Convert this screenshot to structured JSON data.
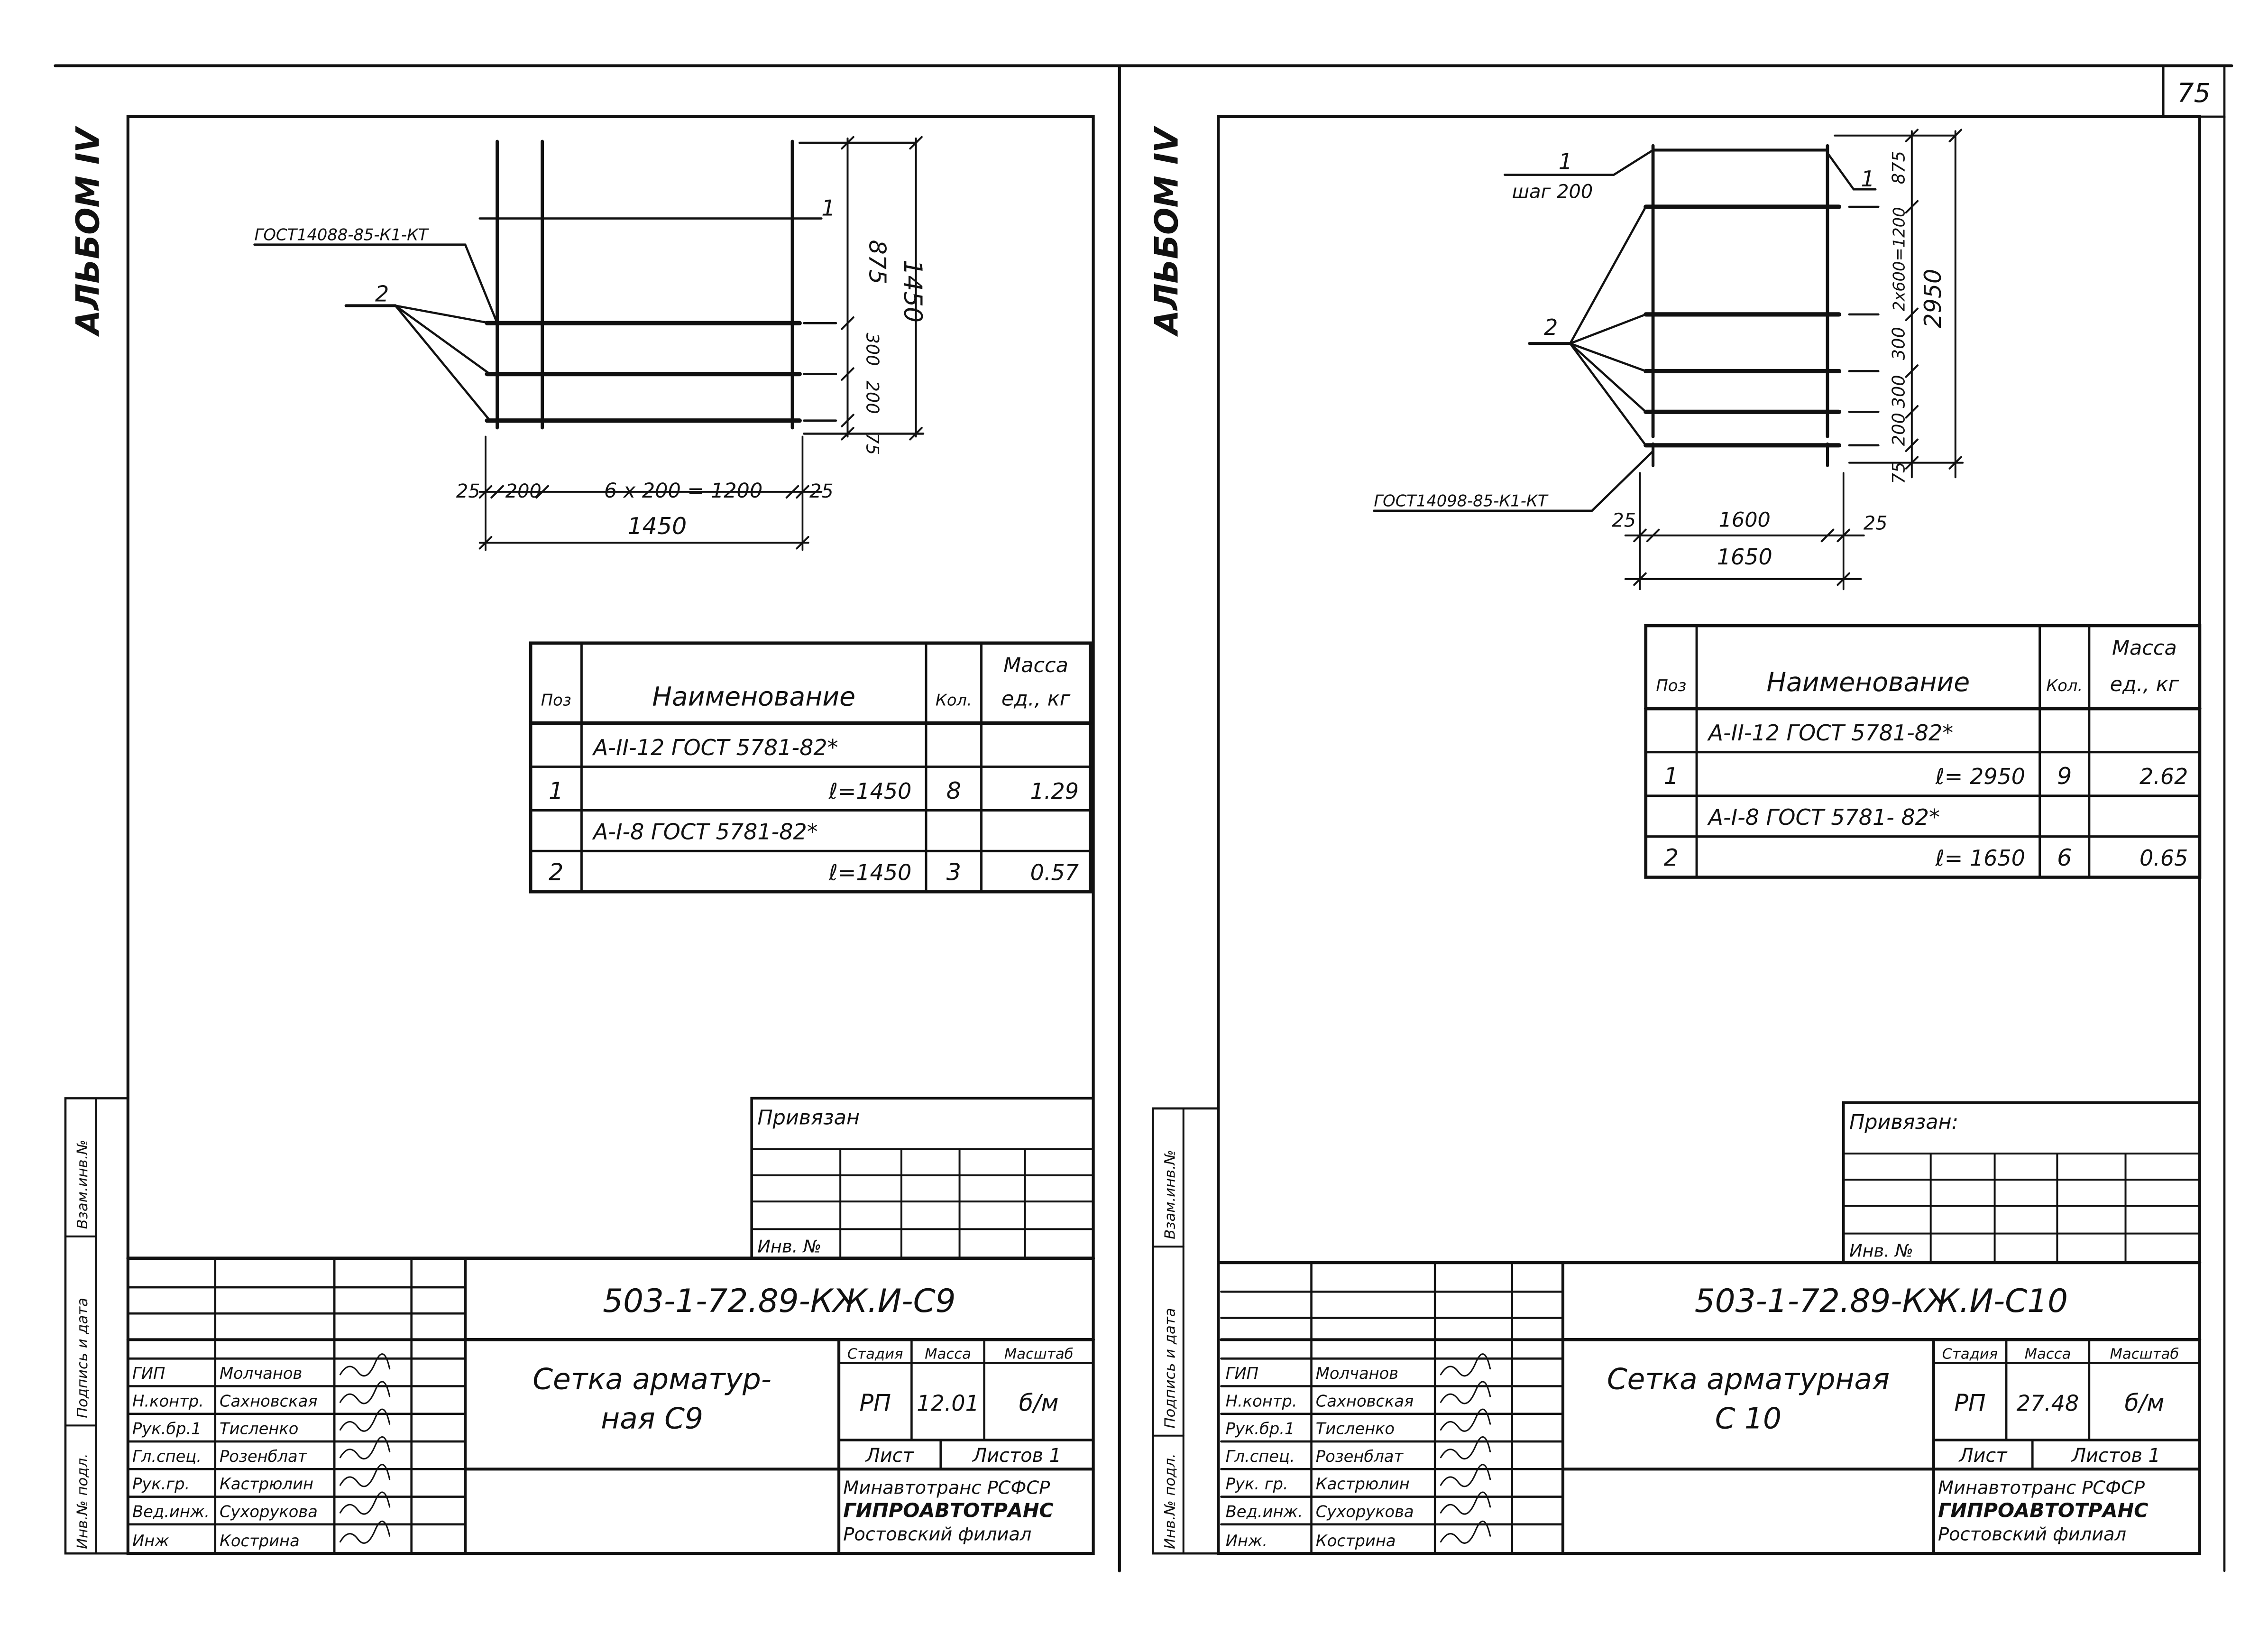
{
  "page_number": "75",
  "sheets": [
    {
      "album": "АЛЬБОМ IV",
      "side_stamp": {
        "inv_podl": "Инв.№ подл.",
        "podpis": "Подпись и дата",
        "vzam": "Взам.инв.№"
      },
      "drawing": {
        "weld_note": "ГОСТ14088-85-К1-КТ",
        "pos1": "1",
        "pos2": "2",
        "dim_875": "875",
        "dim_total_v": "1450",
        "dim_300": "300",
        "dim_200v": "200",
        "dim_75": "75",
        "dim_25a": "25",
        "dim_200h": "200",
        "dim_span": "6 x 200 = 1200",
        "dim_25b": "25",
        "dim_total_h": "1450"
      },
      "spec_table": {
        "headers": {
          "pos": "Поз",
          "name": "Наименование",
          "qty": "Кол.",
          "mass1": "Масса",
          "mass2": "ед., кг"
        },
        "rows": [
          {
            "pos": "",
            "name": "А-II-12 ГОСТ 5781-82*",
            "qty": "",
            "mass": ""
          },
          {
            "pos": "1",
            "name": "ℓ=1450",
            "qty": "8",
            "mass": "1.29"
          },
          {
            "pos": "",
            "name": "А-I-8 ГОСТ 5781-82*",
            "qty": "",
            "mass": ""
          },
          {
            "pos": "2",
            "name": "ℓ=1450",
            "qty": "3",
            "mass": "0.57"
          }
        ]
      },
      "privyazan": {
        "label": "Привязан",
        "inv": "Инв. №"
      },
      "title_block": {
        "code": "503-1-72.89-КЖ.И-С9",
        "title_line1": "Сетка арматур-",
        "title_line2": "ная С9",
        "stage_header": "Стадия",
        "mass_header": "Масса",
        "scale_header": "Масштаб",
        "stage": "РП",
        "mass": "12.01",
        "scale": "б/м",
        "sheet_label": "Лист",
        "sheets_label": "Листов 1",
        "org": [
          "Минавтотранс РСФСР",
          "ГИПРОАВТОТРАНС",
          "Ростовский филиал"
        ],
        "staff": [
          {
            "role": "ГИП",
            "name": "Молчанов"
          },
          {
            "role": "Н.контр.",
            "name": "Сахновская"
          },
          {
            "role": "Рук.бр.1",
            "name": "Тисленко"
          },
          {
            "role": "Гл.спец.",
            "name": "Розенблат"
          },
          {
            "role": "Рук.гр.",
            "name": "Кастрюлин"
          },
          {
            "role": "Вед.инж.",
            "name": "Сухорукова"
          },
          {
            "role": "Инж",
            "name": "Кострина"
          }
        ]
      }
    },
    {
      "album": "АЛЬБОМ IV",
      "side_stamp": {
        "inv_podl": "Инв.№ подл.",
        "podpis": "Подпись и дата",
        "vzam": "Взам.инв.№"
      },
      "drawing": {
        "weld_note": "ГОСТ14098-85-К1-КТ",
        "pos1": "1",
        "pos1_step": "шаг 200",
        "pos1_right": "1",
        "pos2": "2",
        "dim_875": "875",
        "dim_2x600": "2x600=1200",
        "dim_total_v": "2950",
        "dim_300a": "300",
        "dim_300b": "300",
        "dim_200v": "200",
        "dim_75": "75",
        "dim_25a": "25",
        "dim_span": "1600",
        "dim_25b": "25",
        "dim_total_h": "1650"
      },
      "spec_table": {
        "headers": {
          "pos": "Поз",
          "name": "Наименование",
          "qty": "Кол.",
          "mass1": "Масса",
          "mass2": "ед., кг"
        },
        "rows": [
          {
            "pos": "",
            "name": "А-II-12 ГОСТ 5781-82*",
            "qty": "",
            "mass": ""
          },
          {
            "pos": "1",
            "name": "ℓ= 2950",
            "qty": "9",
            "mass": "2.62"
          },
          {
            "pos": "",
            "name": "А-I-8 ГОСТ 5781- 82*",
            "qty": "",
            "mass": ""
          },
          {
            "pos": "2",
            "name": "ℓ= 1650",
            "qty": "6",
            "mass": "0.65"
          }
        ]
      },
      "privyazan": {
        "label": "Привязан:",
        "inv": "Инв. №"
      },
      "title_block": {
        "code": "503-1-72.89-КЖ.И-С10",
        "title_line1": "Сетка арматурная",
        "title_line2": "С 10",
        "stage_header": "Стадия",
        "mass_header": "Масса",
        "scale_header": "Масштаб",
        "stage": "РП",
        "mass": "27.48",
        "scale": "б/м",
        "sheet_label": "Лист",
        "sheets_label": "Листов 1",
        "org": [
          "Минавтотранс РСФСР",
          "ГИПРОАВТОТРАНС",
          "Ростовский филиал"
        ],
        "staff": [
          {
            "role": "ГИП",
            "name": "Молчанов"
          },
          {
            "role": "Н.контр.",
            "name": "Сахновская"
          },
          {
            "role": "Рук.бр.1",
            "name": "Тисленко"
          },
          {
            "role": "Гл.спец.",
            "name": "Розенблат"
          },
          {
            "role": "Рук. гр.",
            "name": "Кастрюлин"
          },
          {
            "role": "Вед.инж.",
            "name": "Сухорукова"
          },
          {
            "role": "Инж.",
            "name": "Кострина"
          }
        ]
      }
    }
  ]
}
